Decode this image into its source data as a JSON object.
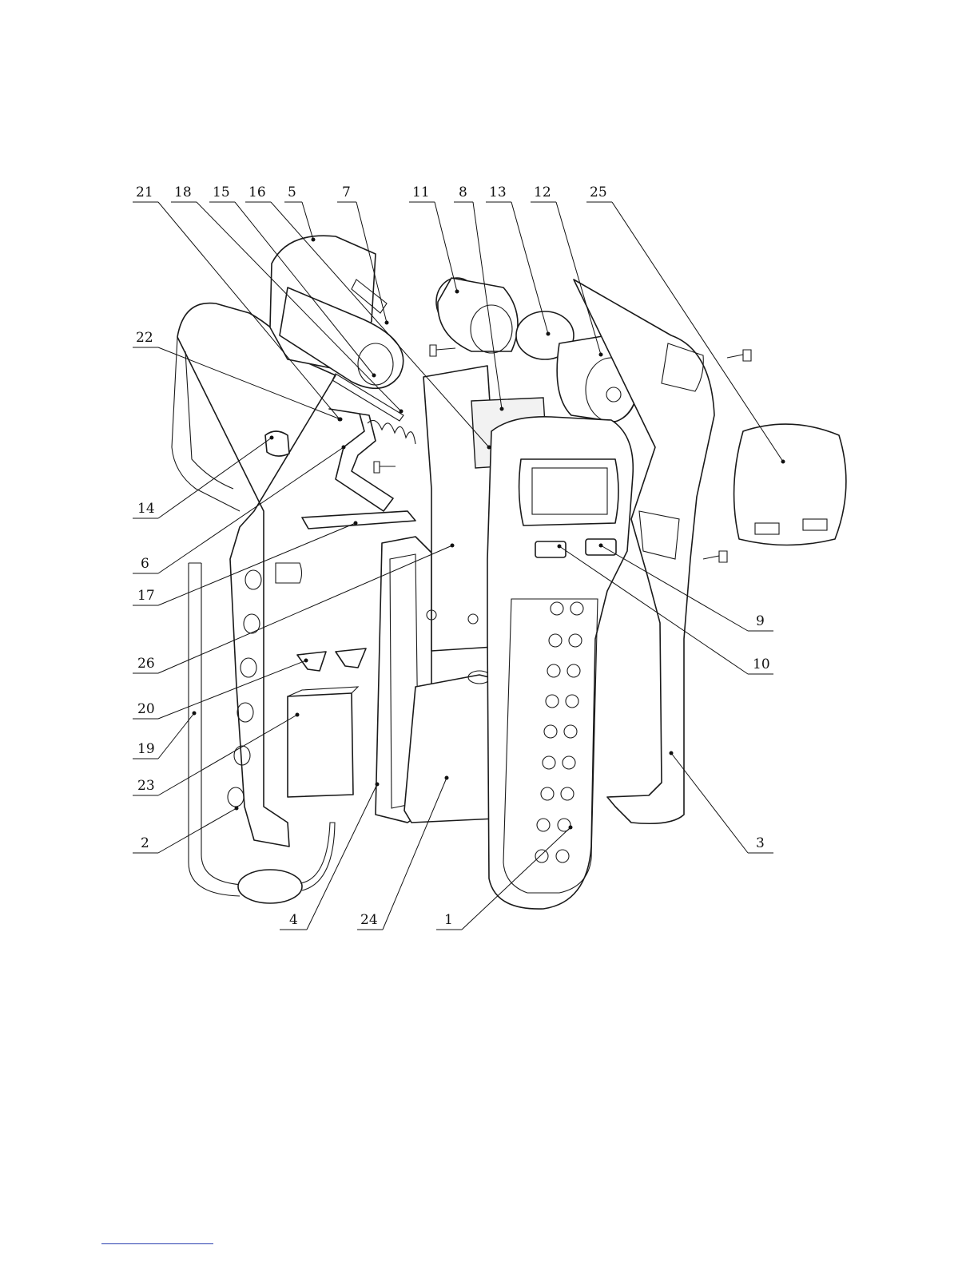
{
  "figure": {
    "callouts": [
      {
        "label": "21"
      },
      {
        "label": "18"
      },
      {
        "label": "15"
      },
      {
        "label": "16"
      },
      {
        "label": "5"
      },
      {
        "label": "7"
      },
      {
        "label": "11"
      },
      {
        "label": "8"
      },
      {
        "label": "13"
      },
      {
        "label": "12"
      },
      {
        "label": "25"
      },
      {
        "label": "22"
      },
      {
        "label": "14"
      },
      {
        "label": "6"
      },
      {
        "label": "17"
      },
      {
        "label": "26"
      },
      {
        "label": "20"
      },
      {
        "label": "19"
      },
      {
        "label": "23"
      },
      {
        "label": "2"
      },
      {
        "label": "4"
      },
      {
        "label": "24"
      },
      {
        "label": "1"
      },
      {
        "label": "9"
      },
      {
        "label": "10"
      },
      {
        "label": "3"
      }
    ]
  }
}
